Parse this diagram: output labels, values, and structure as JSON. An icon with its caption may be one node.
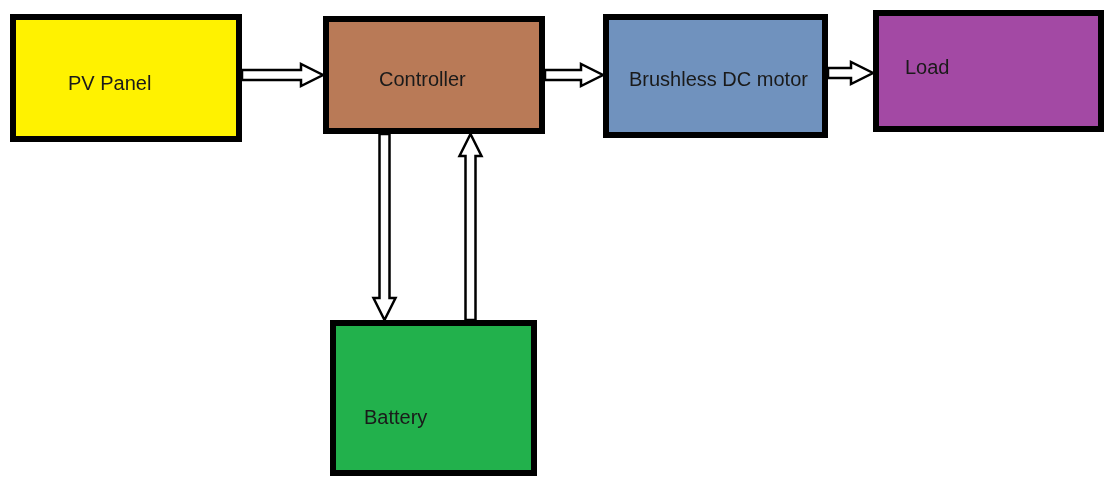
{
  "diagram": {
    "nodes": [
      {
        "text": [
          "PV Panel"
        ]
      },
      {
        "text": [
          "Controller"
        ]
      },
      {
        "text": [
          "Brushless DC motor"
        ]
      },
      {
        "text": [
          "Load"
        ]
      },
      {
        "text": [
          "Battery"
        ]
      }
    ],
    "edges": [
      {
        "from": 0,
        "to": 1,
        "arrow": "to"
      },
      {
        "from": 1,
        "to": 2,
        "arrow": "to"
      },
      {
        "from": 2,
        "to": 3,
        "arrow": "to"
      },
      {
        "from": 1,
        "to": 4,
        "arrow": "to"
      },
      {
        "from": 4,
        "to": 1,
        "arrow": "to"
      }
    ]
  }
}
